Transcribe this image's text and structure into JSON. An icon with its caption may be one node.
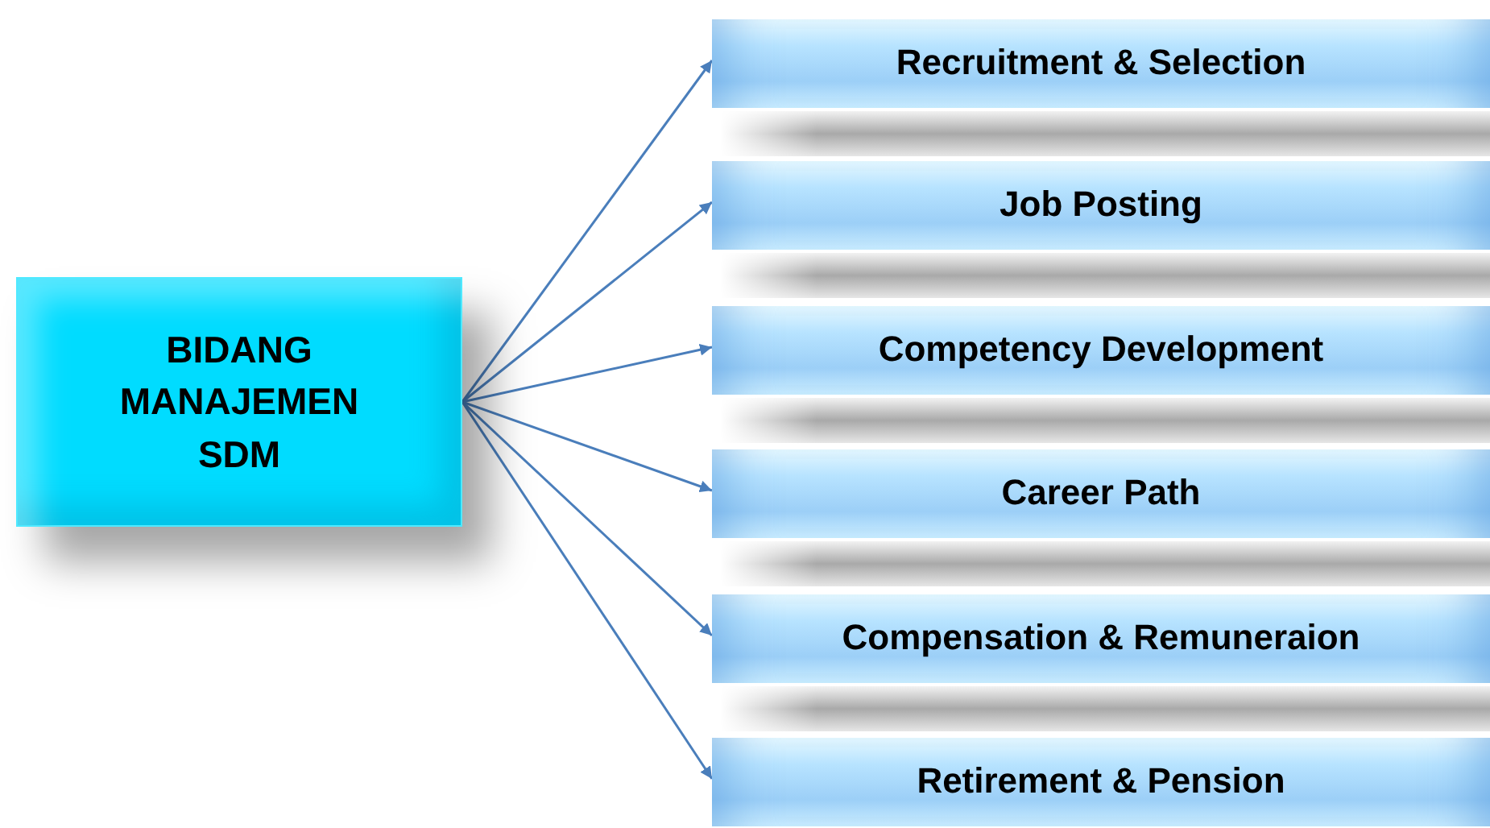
{
  "diagram": {
    "nodes": [
      {
        "text": [
          "BIDANG MANAJEMEN SDM"
        ]
      },
      {
        "text": [
          "Recruitment & Selection"
        ]
      },
      {
        "text": [
          "Job Posting"
        ]
      },
      {
        "text": [
          "Competency Development"
        ]
      },
      {
        "text": [
          "Career Path"
        ]
      },
      {
        "text": [
          "Compensation & Remuneraion"
        ]
      },
      {
        "text": [
          "Retirement & Pension"
        ]
      }
    ],
    "edges": [
      {
        "from": 0,
        "to": 1,
        "arrow": "to"
      },
      {
        "from": 0,
        "to": 2,
        "arrow": "to"
      },
      {
        "from": 0,
        "to": 3,
        "arrow": "to"
      },
      {
        "from": 0,
        "to": 4,
        "arrow": "to"
      },
      {
        "from": 0,
        "to": 5,
        "arrow": "to"
      },
      {
        "from": 0,
        "to": 6,
        "arrow": "to"
      }
    ]
  }
}
